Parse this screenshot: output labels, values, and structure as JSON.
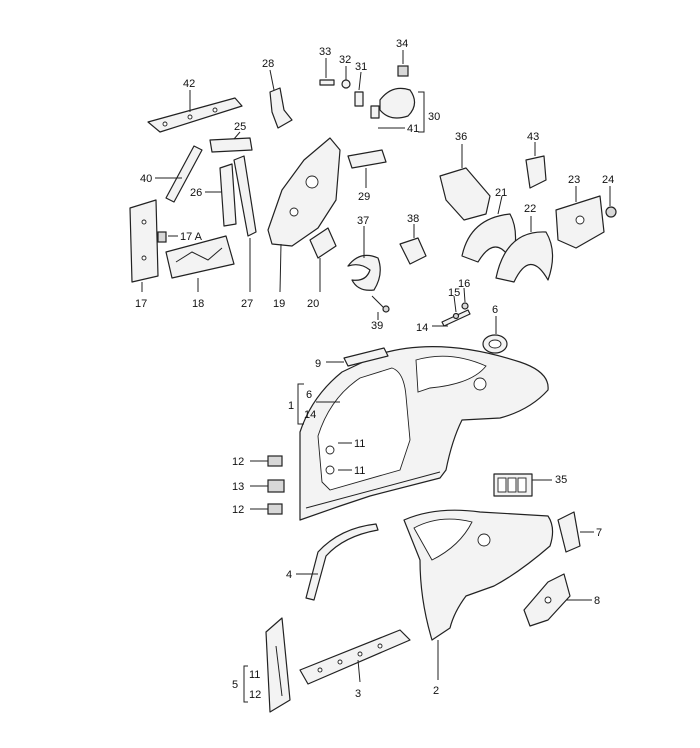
{
  "callouts": {
    "c42": "42",
    "c28": "28",
    "c33": "33",
    "c32": "32",
    "c31": "31",
    "c34": "34",
    "c30": "30",
    "c41": "41",
    "c25": "25",
    "c40": "40",
    "c26": "26",
    "c29": "29",
    "c36": "36",
    "c43": "43",
    "c21": "21",
    "c22": "22",
    "c23": "23",
    "c24": "24",
    "c17A": "17 A",
    "c17": "17",
    "c18": "18",
    "c27": "27",
    "c19": "19",
    "c20": "20",
    "c37": "37",
    "c38": "38",
    "c39": "39",
    "c15": "15",
    "c16": "16",
    "c14": "14",
    "c6": "6",
    "c9": "9",
    "c1": "1",
    "c1_6": "6",
    "c1_14": "14",
    "c11a": "11",
    "c11b": "11",
    "c12a": "12",
    "c13": "13",
    "c12b": "12",
    "c35": "35",
    "c7": "7",
    "c4": "4",
    "c8": "8",
    "c5": "5",
    "c5_11": "11",
    "c5_12": "12",
    "c3": "3",
    "c2": "2"
  }
}
